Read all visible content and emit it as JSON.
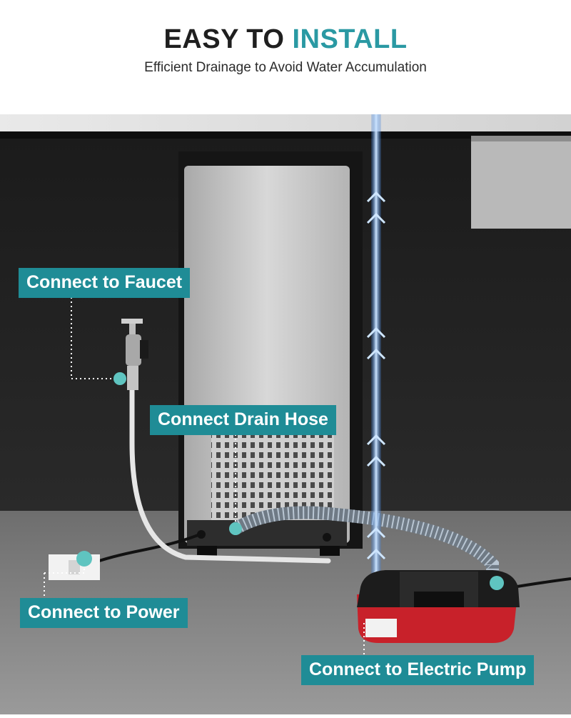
{
  "header": {
    "title_part1": "EASY TO ",
    "title_part2": "INSTALL",
    "subtitle": "Efficient Drainage to Avoid Water Accumulation"
  },
  "callouts": {
    "faucet": "Connect to Faucet",
    "drain_hose": "Connect Drain Hose",
    "power": "Connect to Power",
    "pump": "Connect to Electric Pump"
  },
  "colors": {
    "accent": "#2a99a3",
    "callout_bg": "#1f8c96",
    "pump_red": "#c8212a",
    "water_flow": "#5aa8ff"
  }
}
